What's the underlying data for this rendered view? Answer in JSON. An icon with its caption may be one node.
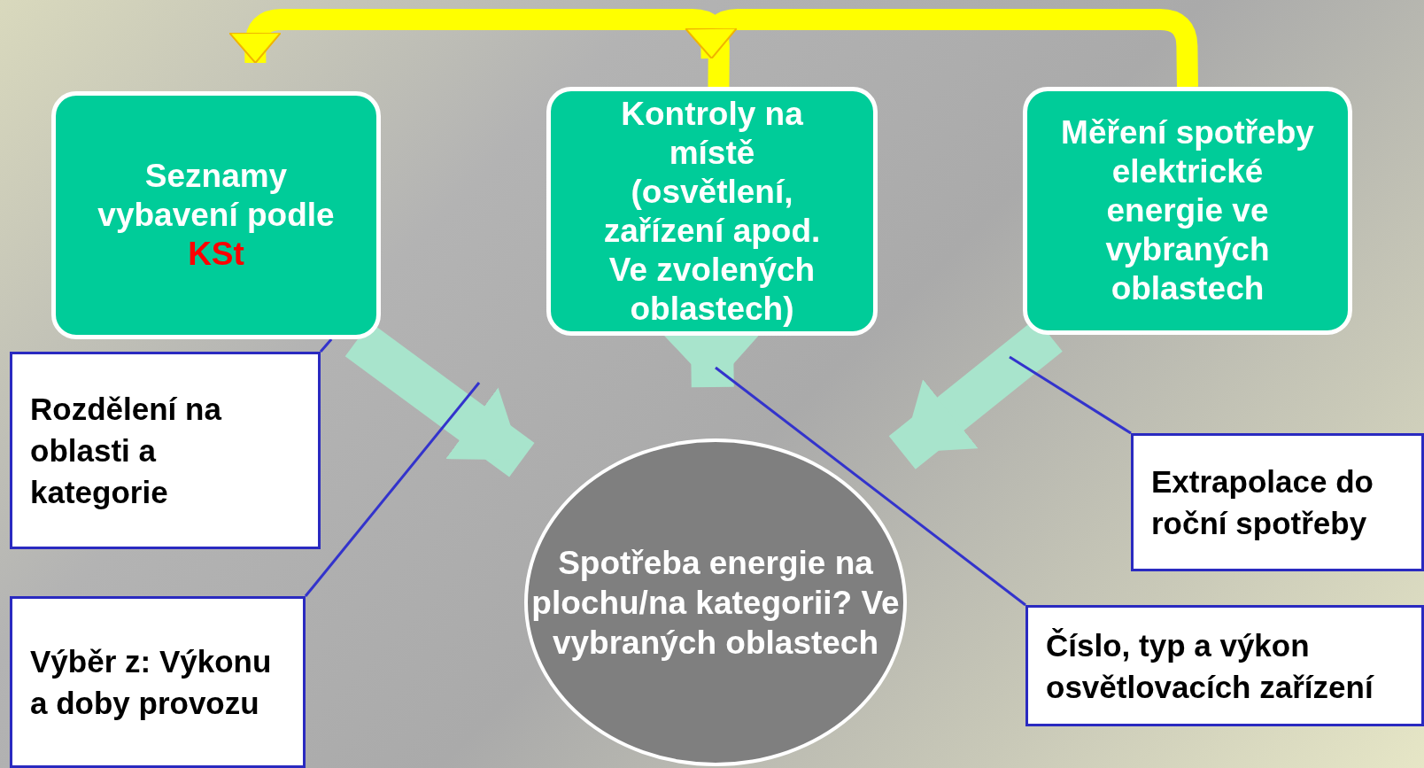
{
  "diagram": {
    "nodes": [
      {
        "text": [
          "Seznamy vybavení podle",
          "KSt"
        ]
      },
      {
        "text": [
          "Kontroly na místě (osvětlení, zařízení apod. Ve zvolených oblastech)"
        ]
      },
      {
        "text": [
          "Měření spotřeby elektrické energie ve vybraných oblastech"
        ]
      },
      {
        "text": [
          "Spotřeba energie na plochu/na kategorii? Ve vybraných oblastech"
        ]
      },
      {
        "text": [
          "Rozdělení na oblasti a kategorie"
        ]
      },
      {
        "text": [
          "Výběr z: Výkonu a doby provozu"
        ]
      },
      {
        "text": [
          "Extrapolace do roční spotřeby"
        ]
      },
      {
        "text": [
          "Číslo, typ a výkon osvětlovacích zařízení"
        ]
      }
    ],
    "edges": [
      {
        "from": 1,
        "to": 0,
        "arrow": "to",
        "color": "#ffff00"
      },
      {
        "from": 2,
        "to": 1,
        "arrow": "to",
        "color": "#ffff00"
      },
      {
        "from": 0,
        "to": 3,
        "arrow": "to",
        "style": "thick",
        "color": "#a8e4cc"
      },
      {
        "from": 1,
        "to": 3,
        "arrow": "to",
        "style": "thick",
        "color": "#a8e4cc"
      },
      {
        "from": 2,
        "to": 3,
        "arrow": "to",
        "style": "thick",
        "color": "#a8e4cc"
      },
      {
        "from": 4,
        "to": 0,
        "arrow": "none",
        "color": "#3333cc"
      },
      {
        "from": 5,
        "to": null,
        "arrow": "none",
        "color": "#3333cc"
      },
      {
        "from": 6,
        "to": null,
        "arrow": "none",
        "color": "#3333cc"
      },
      {
        "from": 7,
        "to": null,
        "arrow": "none",
        "color": "#3333cc"
      }
    ]
  }
}
